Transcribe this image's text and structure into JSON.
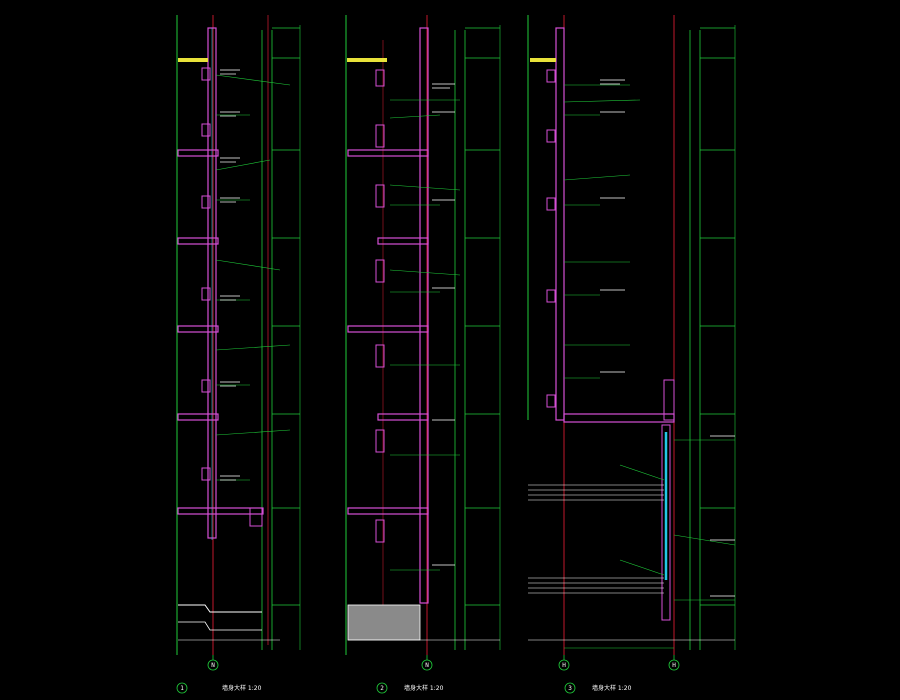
{
  "colors": {
    "background": "#000000",
    "axis_red": "#c0192c",
    "grid_green": "#1fcc3a",
    "wall_magenta": "#d64fd6",
    "glass_cyan": "#22c8e6",
    "text_white": "#ffffff",
    "insulation_yellow": "#e8e23a",
    "ground_gray": "#8a8a8a"
  },
  "sections": [
    {
      "title": "墙身大样 1:20",
      "index": "1",
      "axis": "N"
    },
    {
      "title": "墙身大样 1:20",
      "index": "2",
      "axis": "N"
    },
    {
      "title": "墙身大样 1:20",
      "index": "3",
      "axis_left": "H",
      "axis_right": "H"
    }
  ]
}
